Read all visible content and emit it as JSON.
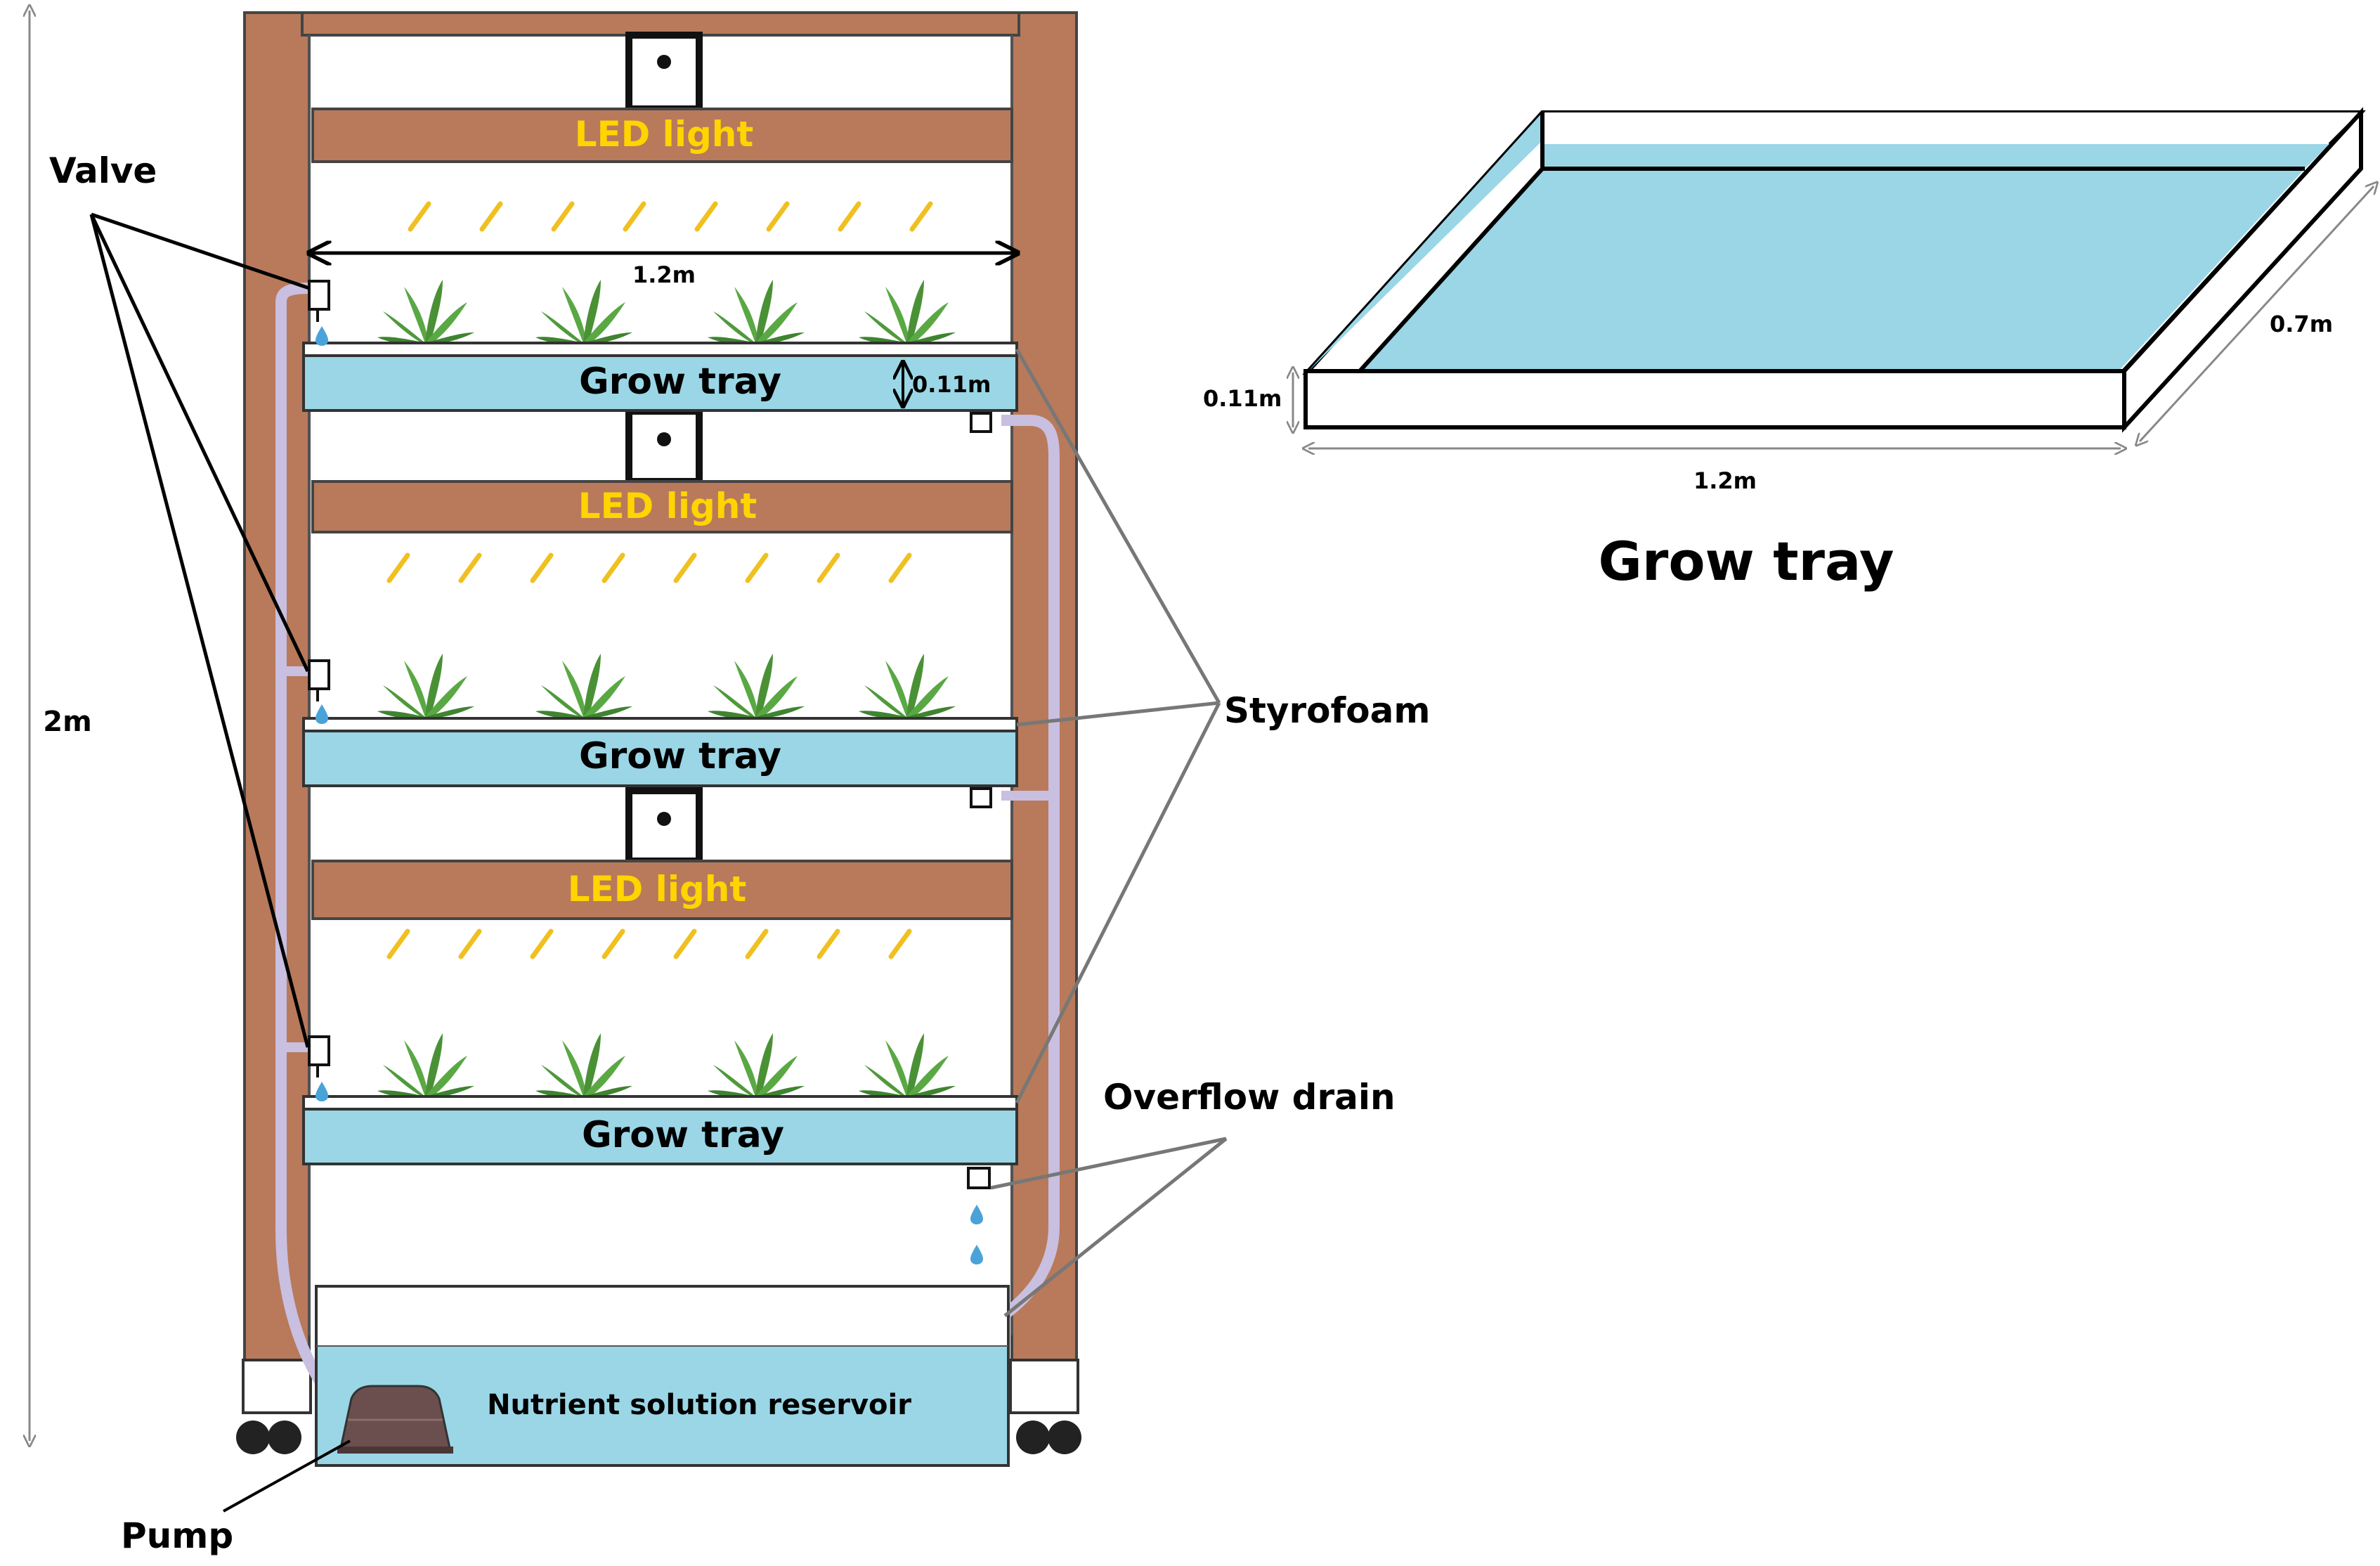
{
  "labels": {
    "led_light": "LED light",
    "grow_tray": "Grow tray",
    "valve": "Valve",
    "styrofoam": "Styrofoam",
    "overflow_drain": "Overflow drain",
    "pump": "Pump",
    "reservoir": "Nutrient solution reservoir",
    "height": "2m",
    "width": "1.2m",
    "tray_depth": "0.11m"
  },
  "tray_detail": {
    "title": "Grow tray",
    "width": "1.2m",
    "depth": "0.7m",
    "height": "0.11m"
  },
  "colors": {
    "wood": "#b87a5a",
    "water": "#9ad6e6",
    "tube": "#c9bfe0",
    "led_text": "#ffd400",
    "plant": "#4f9a3a",
    "pump": "#6b4f4f",
    "gray_line": "#888888"
  }
}
